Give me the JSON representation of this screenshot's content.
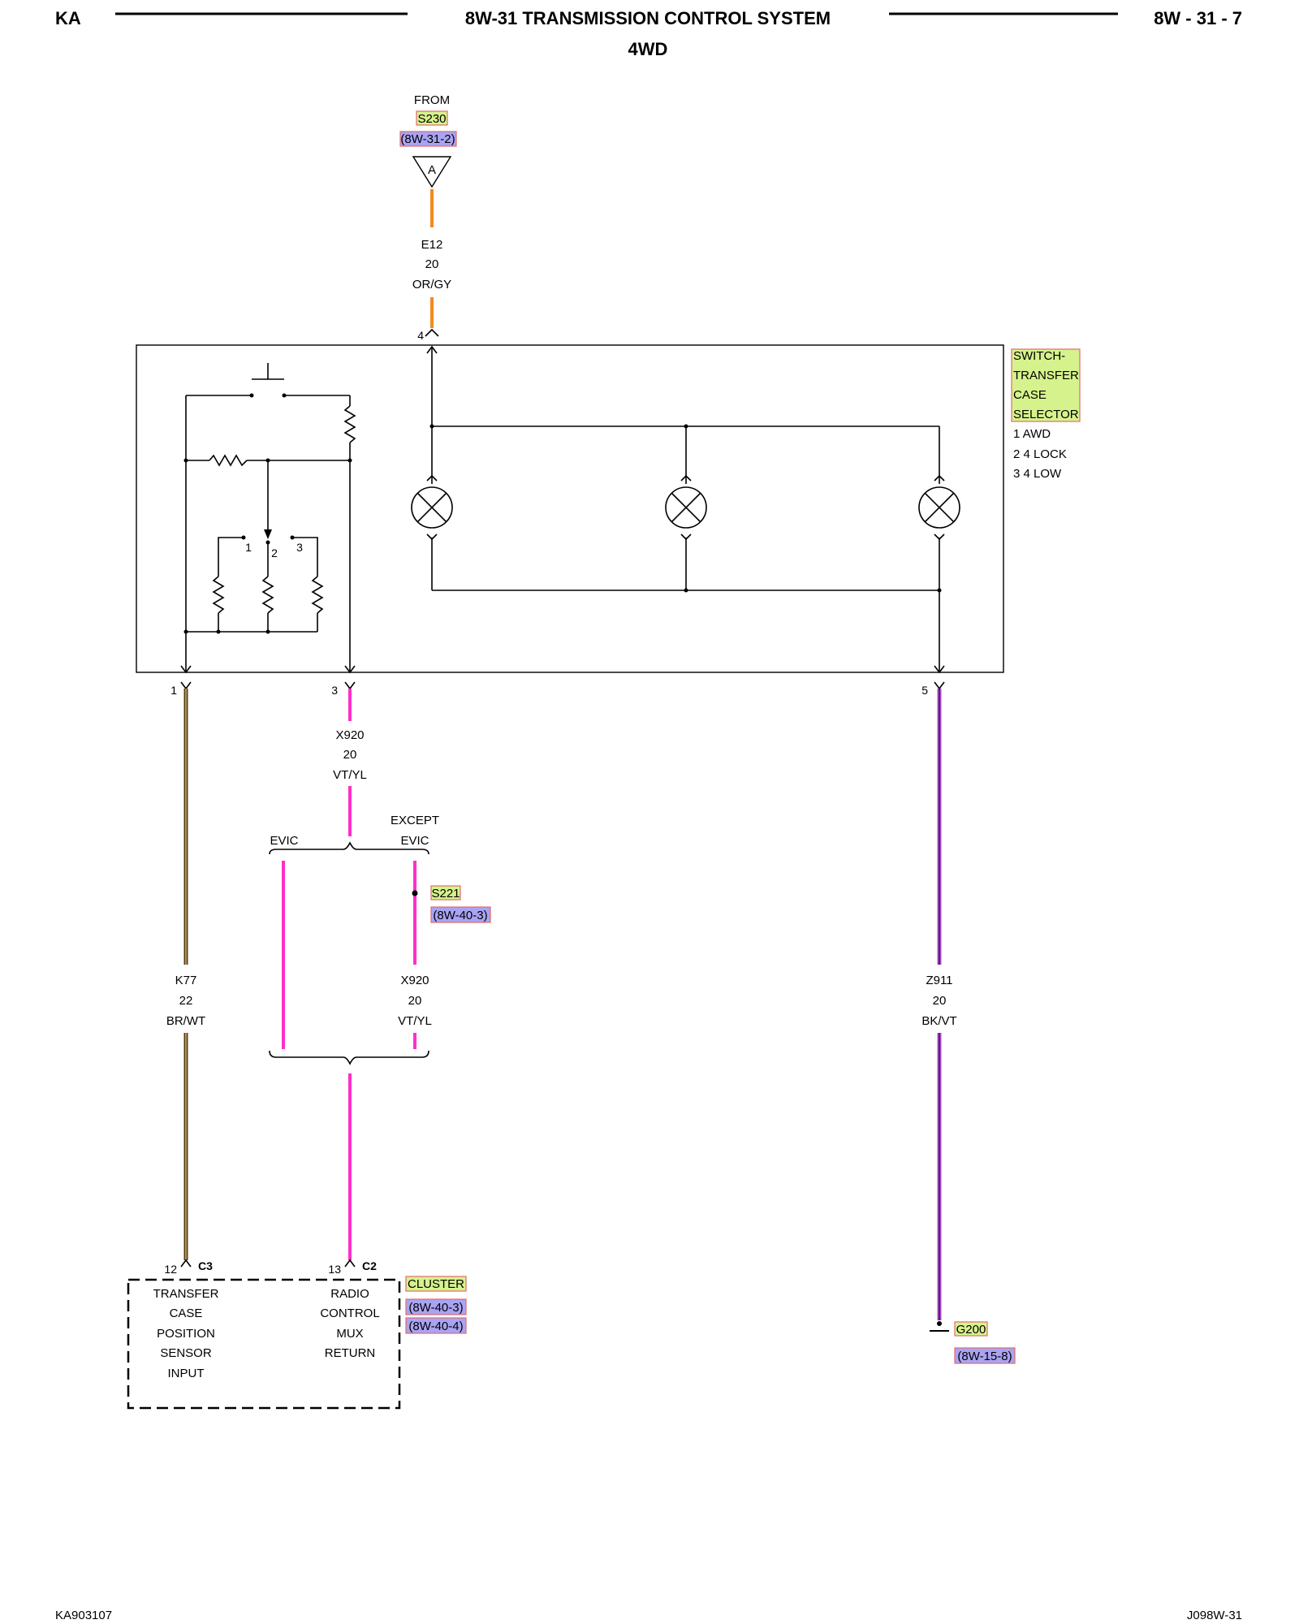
{
  "header": {
    "left_code": "KA",
    "title": "8W-31 TRANSMISSION CONTROL SYSTEM",
    "subtitle": "4WD",
    "page_ref": "8W - 31 - 7"
  },
  "footer": {
    "left": "KA903107",
    "right": "J098W-31"
  },
  "source": {
    "from_label": "FROM",
    "splice": "S230",
    "ref": "(8W-31-2)",
    "connector_letter": "A"
  },
  "wires": {
    "e12": {
      "circuit": "E12",
      "gauge": "20",
      "color": "OR/GY",
      "hex": "#f28a1e"
    },
    "x920_top": {
      "circuit": "X920",
      "gauge": "20",
      "color": "VT/YL",
      "hex": "#ff2fc9"
    },
    "x920_lower": {
      "circuit": "X920",
      "gauge": "20",
      "color": "VT/YL",
      "hex": "#ff2fc9"
    },
    "k77": {
      "circuit": "K77",
      "gauge": "22",
      "color": "BR/WT",
      "hex": "#6b4a12"
    },
    "z911": {
      "circuit": "Z911",
      "gauge": "20",
      "color": "BK/VT",
      "hex": "#b04ad8"
    }
  },
  "switch": {
    "name_lines": [
      "SWITCH-",
      "TRANSFER",
      "CASE",
      "SELECTOR"
    ],
    "positions": [
      "1 AWD",
      "2 4 LOCK",
      "3 4 LOW"
    ],
    "pins": {
      "p1": "1",
      "p3": "3",
      "p4": "4",
      "p5": "5"
    },
    "contact_labels": [
      "1",
      "2",
      "3"
    ]
  },
  "branch": {
    "evic": "EVIC",
    "except_line1": "EXCEPT",
    "except_line2": "EVIC"
  },
  "splice_s221": {
    "name": "S221",
    "ref": "(8W-40-3)"
  },
  "cluster": {
    "name": "CLUSTER",
    "refs": [
      "(8W-40-3)",
      "(8W-40-4)"
    ],
    "pin_left": "12",
    "conn_left": "C3",
    "pin_right": "13",
    "conn_right": "C2",
    "left_func": [
      "TRANSFER",
      "CASE",
      "POSITION",
      "SENSOR",
      "INPUT"
    ],
    "right_func": [
      "RADIO",
      "CONTROL",
      "MUX",
      "RETURN"
    ]
  },
  "ground": {
    "name": "G200",
    "ref": "(8W-15-8)"
  }
}
